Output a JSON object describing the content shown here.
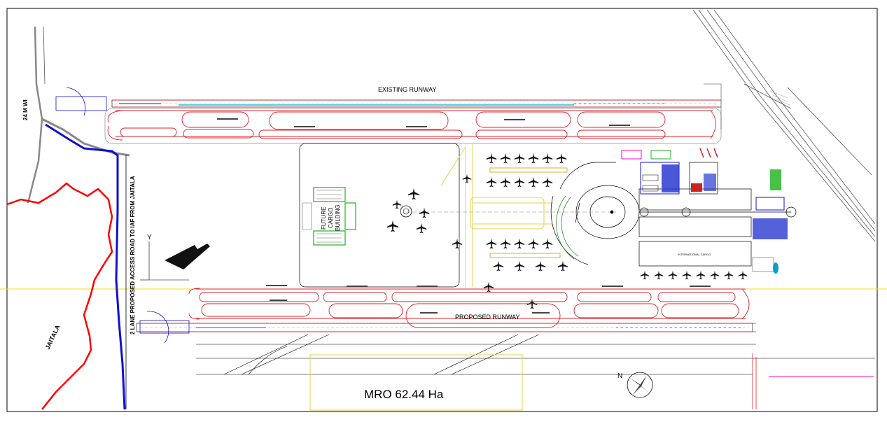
{
  "labels": {
    "existing_runway": "EXISTING RUNWAY",
    "proposed_runway": "PROPOSED RUNWAY",
    "future_cargo_line1": "FUTURE",
    "future_cargo_line2": "CARGO",
    "future_cargo_line3": "BUILDING",
    "access_road": "2 LANE PROPOSED ACCESS ROAD TO IAF FROM JAITALA",
    "road_width": "24 M WI",
    "jaitala": "JAITALA",
    "mro": "MRO  62.44 Ha",
    "international": "INTERNATIONAL CARGO",
    "axis_y": "Y",
    "north": "N"
  },
  "colors": {
    "boundary": "#ff0000",
    "taxiway": "#e0202a",
    "access_road": "#1010d0",
    "apron_outline": "#e8d24a",
    "grid_line": "#f5e000",
    "cargo_green": "#19b319",
    "runway_cyan": "#00c8e0",
    "magenta": "#ff00c8"
  },
  "icons": {
    "north_arrow": "compass-north-icon",
    "aircraft": "aircraft-icon",
    "control_tower": "control-tower-icon"
  }
}
